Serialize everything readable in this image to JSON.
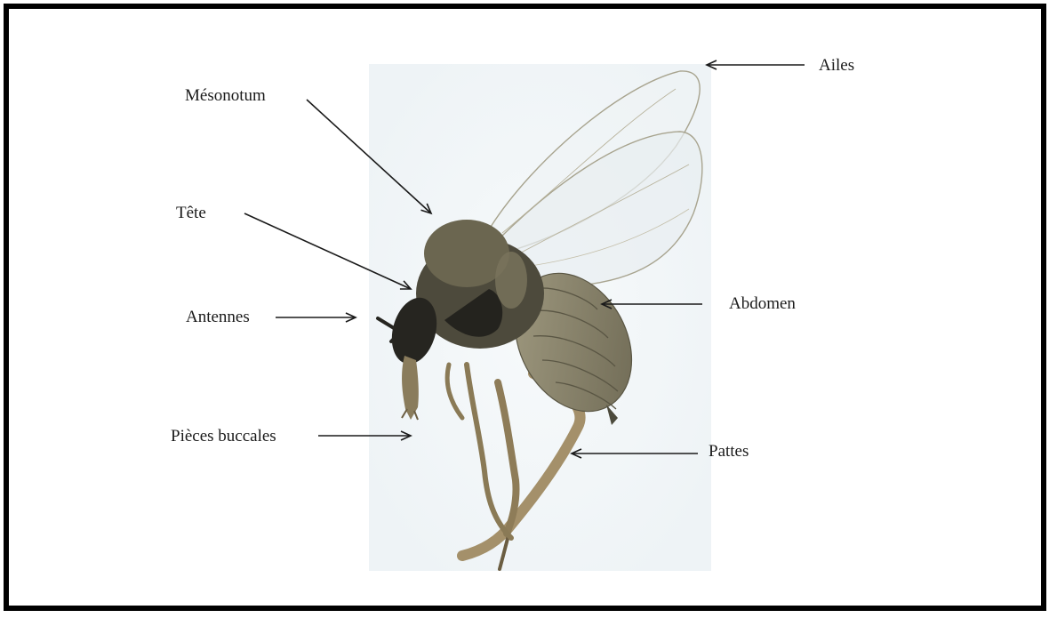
{
  "labels": {
    "mesonotum": "Mésonotum",
    "ailes": "Ailes",
    "tete": "Tête",
    "antennes": "Antennes",
    "abdomen": "Abdomen",
    "pieces_buccales": "Pièces buccales",
    "pattes": "Pattes"
  },
  "colors": {
    "frame": "#000000",
    "text": "#1a1a1a",
    "arrow": "#1a1a1a",
    "photo_bg": "#f4f8fa",
    "body_dark": "#2b2a24",
    "body_mid": "#6b6650",
    "abdomen": "#8f8a72",
    "legs": "#9b8c6a",
    "wing": "#e9eff2"
  },
  "icons": {
    "subject": "fly-specimen-illustration"
  }
}
